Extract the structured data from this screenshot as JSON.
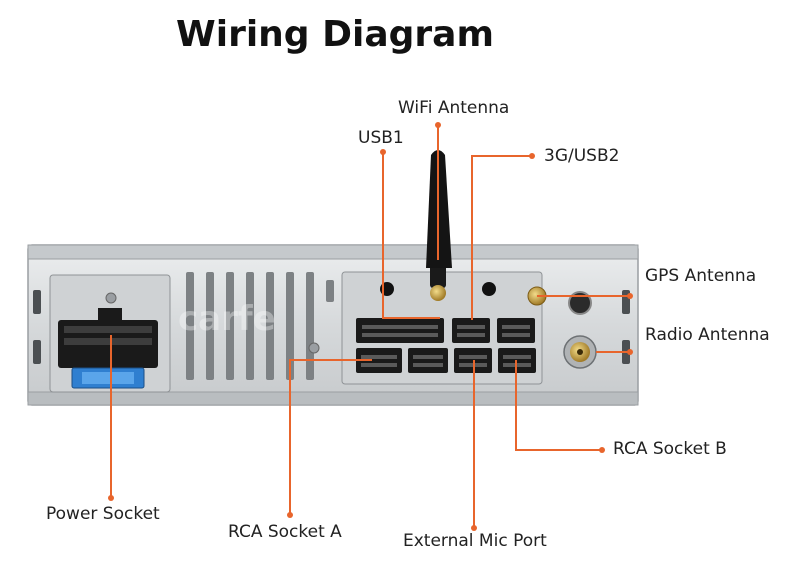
{
  "title": "Wiring Diagram",
  "watermark": "carfe",
  "labels": {
    "wifi_antenna": "WiFi Antenna",
    "usb1": "USB1",
    "usb2_3g": "3G/USB2",
    "gps_antenna": "GPS Antenna",
    "radio_antenna": "Radio Antenna",
    "rca_socket_b": "RCA Socket B",
    "power_socket": "Power Socket",
    "rca_socket_a": "RCA Socket A",
    "external_mic_port": "External Mic Port"
  },
  "colors": {
    "leader_line": "#e8652c",
    "chassis": "#d8dadc",
    "connector": "#1a1a1a",
    "fuse": "#2f7fd0"
  }
}
